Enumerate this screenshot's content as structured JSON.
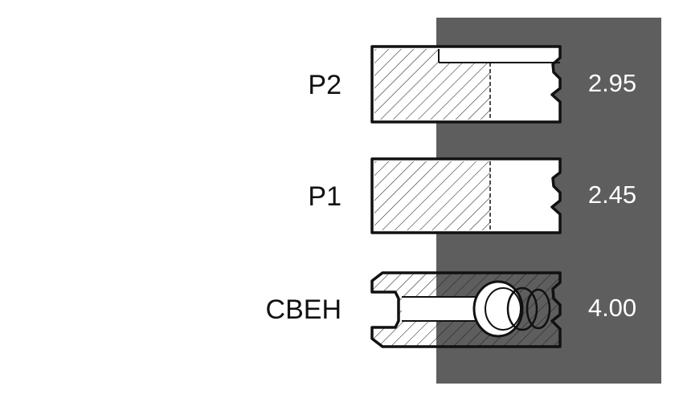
{
  "colors": {
    "panel": "#5e5e5e",
    "outline": "#111111",
    "value_text": "#ffffff",
    "label_text": "#111111"
  },
  "rings": [
    {
      "label": "P2",
      "value": "2.95",
      "profile": "stepped-compression-ring"
    },
    {
      "label": "P1",
      "value": "2.45",
      "profile": "rectangular-compression-ring"
    },
    {
      "label": "CBEH",
      "value": "4.00",
      "profile": "oil-control-ring-with-coil-expander"
    }
  ]
}
